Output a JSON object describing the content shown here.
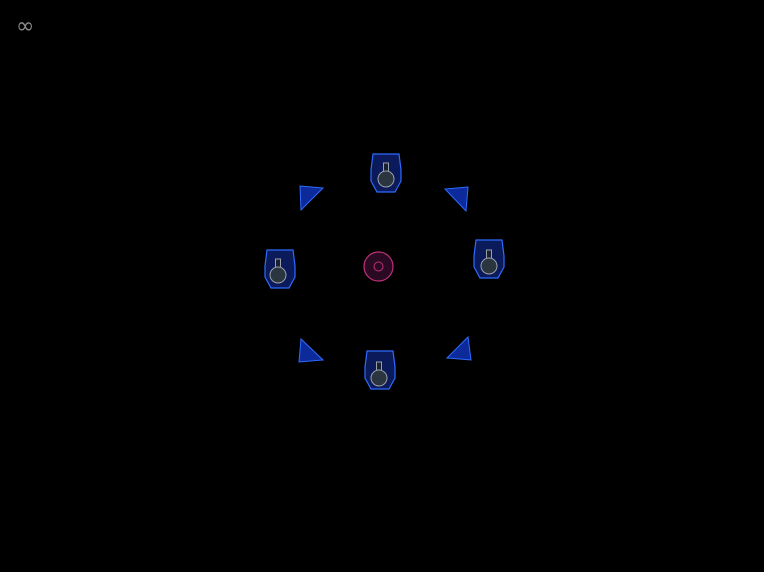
{
  "hud": {
    "lives_symbol": "∞"
  },
  "colors": {
    "background": "#000000",
    "hud_text": "#8a8a8a",
    "turret_fill": "#0a1a5a",
    "turret_stroke": "#2f6bff",
    "turret_barrel": "#9aa0aa",
    "turret_core": "#2a3540",
    "arrow_fill": "#0c2a9a",
    "arrow_stroke": "#2f6bff",
    "core_fill": "#2a0a22",
    "core_stroke": "#c0307a"
  },
  "icons": {
    "turret": "turret-icon",
    "arrow": "arrow-enemy-icon",
    "core": "player-core-icon"
  },
  "entities": {
    "turret_count": 4,
    "arrow_count": 4,
    "core_count": 1
  }
}
